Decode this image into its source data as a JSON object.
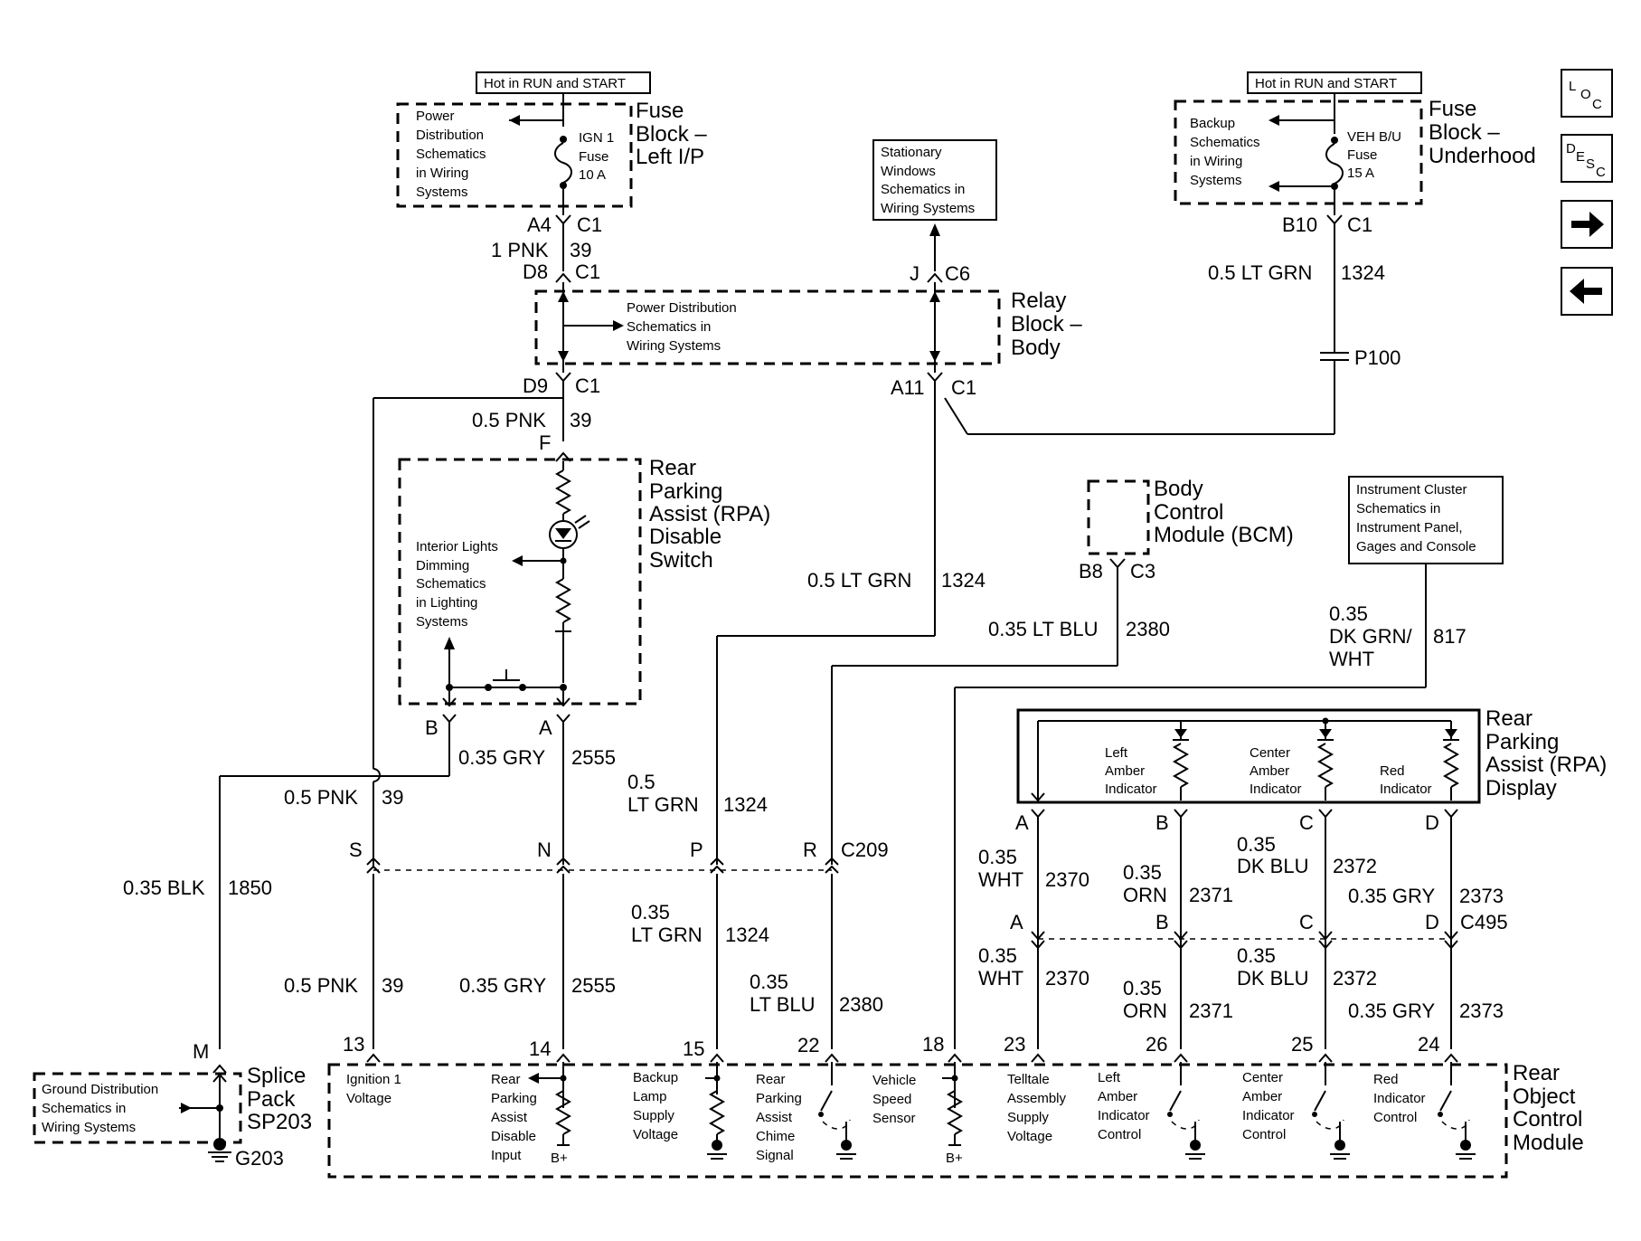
{
  "nav": {
    "loc": {
      "l1": "L",
      "l2": "O",
      "l3": "C"
    },
    "desc": {
      "l1": "D",
      "l2": "E",
      "l3": "S",
      "l4": "C"
    },
    "next_glyph": "➡",
    "prev_glyph": "⬅"
  },
  "hot_labels": {
    "left": "Hot in RUN and START",
    "right": "Hot in RUN and START"
  },
  "fuse_block_left": {
    "title": [
      "Fuse",
      "Block –",
      "Left I/P"
    ],
    "ref": [
      "Power",
      "Distribution",
      "Schematics",
      "in Wiring",
      "Systems"
    ],
    "fuse": [
      "IGN 1",
      "Fuse",
      "10 A"
    ]
  },
  "fuse_block_underhood": {
    "title": [
      "Fuse",
      "Block –",
      "Underhood"
    ],
    "ref": [
      "Backup",
      "Schematics",
      "in Wiring",
      "Systems"
    ],
    "fuse": [
      "VEH B/U",
      "Fuse",
      "15 A"
    ]
  },
  "stationary_windows": [
    "Stationary",
    "Windows",
    "Schematics in",
    "Wiring Systems"
  ],
  "relay_block": {
    "title": [
      "Relay",
      "Block –",
      "Body"
    ],
    "ref": [
      "Power Distribution",
      "Schematics in",
      "Wiring Systems"
    ]
  },
  "connectors": {
    "a4": "A4",
    "c1a": "C1",
    "d8": "D8",
    "c1b": "C1",
    "j": "J",
    "c6": "C6",
    "b10": "B10",
    "c1c": "C1",
    "d9": "D9",
    "c1d": "C1",
    "a11": "A11",
    "c1e": "C1",
    "p100": "P100",
    "f": "F",
    "b8": "B8",
    "c3": "C3",
    "b": "B",
    "a": "A",
    "s": "S",
    "n": "N",
    "p": "P",
    "r": "R",
    "c209": "C209",
    "rpa_a": "A",
    "rpa_b": "B",
    "rpa_c": "C",
    "rpa_d": "D",
    "c495_a": "A",
    "c495_b": "B",
    "c495_c": "C",
    "c495_d": "D",
    "c495": "C495",
    "m": "M"
  },
  "wires": {
    "pnk1_size": "1 PNK",
    "pnk1_circuit": "39",
    "ltgrn_top_size": "0.5 LT GRN",
    "ltgrn_top_circuit": "1324",
    "pnk05_size": "0.5 PNK",
    "pnk05_circuit": "39",
    "ltgrn_mid_size": "0.5 LT GRN",
    "ltgrn_mid_circuit": "1324",
    "ltblu_size": "0.35 LT BLU",
    "ltblu_circuit": "2380",
    "dkgrn_size": [
      "0.35",
      "DK GRN/",
      "WHT"
    ],
    "dkgrn_circuit": "817",
    "gry_size": "0.35 GRY",
    "gry_circuit": "2555",
    "pnk_b_size": "0.5 PNK",
    "pnk_b_circuit": "39",
    "ltgrn_p_size": [
      "0.5",
      "LT GRN"
    ],
    "ltgrn_p_circuit": "1324",
    "blk_size": "0.35 BLK",
    "blk_circuit": "1850",
    "wht_up_size": [
      "0.35",
      "WHT"
    ],
    "wht_up_circuit": "2370",
    "orn_up_size": [
      "0.35",
      "ORN"
    ],
    "orn_up_circuit": "2371",
    "dkblu_up_size": [
      "0.35",
      "DK BLU"
    ],
    "dkblu_up_circuit": "2372",
    "gry_up_size": "0.35 GRY",
    "gry_up_circuit": "2373",
    "ltgrn_lo_size": [
      "0.35",
      "LT GRN"
    ],
    "ltgrn_lo_circuit": "1324",
    "pnk_lo_size": "0.5 PNK",
    "pnk_lo_circuit": "39",
    "gry_lo_size": "0.35 GRY",
    "gry_lo_circuit": "2555",
    "ltblu_lo_size": [
      "0.35",
      "LT BLU"
    ],
    "ltblu_lo_circuit": "2380",
    "wht_lo_size": [
      "0.35",
      "WHT"
    ],
    "wht_lo_circuit": "2370",
    "orn_lo_size": [
      "0.35",
      "ORN"
    ],
    "orn_lo_circuit": "2371",
    "dkblu_lo_size": [
      "0.35",
      "DK BLU"
    ],
    "dkblu_lo_circuit": "2372",
    "gry_lo2_size": "0.35 GRY",
    "gry_lo2_circuit": "2373"
  },
  "rpa_switch": {
    "title": [
      "Rear",
      "Parking",
      "Assist (RPA)",
      "Disable",
      "Switch"
    ],
    "ref": [
      "Interior Lights",
      "Dimming",
      "Schematics",
      "in Lighting",
      "Systems"
    ]
  },
  "bcm": {
    "title": [
      "Body",
      "Control",
      "Module (BCM)"
    ]
  },
  "instrument_cluster": [
    "Instrument Cluster",
    "Schematics in",
    "Instrument Panel,",
    "Gages and Console"
  ],
  "rpa_display": {
    "title": [
      "Rear",
      "Parking",
      "Assist (RPA)",
      "Display"
    ],
    "left": [
      "Left",
      "Amber",
      "Indicator"
    ],
    "center": [
      "Center",
      "Amber",
      "Indicator"
    ],
    "red": [
      "Red",
      "Indicator"
    ]
  },
  "splice_pack": {
    "title": [
      "Splice",
      "Pack",
      "SP203"
    ],
    "ref": [
      "Ground Distribution",
      "Schematics in",
      "Wiring Systems"
    ],
    "ground": "G203"
  },
  "rocm": {
    "title": [
      "Rear",
      "Object",
      "Control",
      "Module"
    ],
    "pins": {
      "p13": "13",
      "p14": "14",
      "p15": "15",
      "p22": "22",
      "p18": "18",
      "p23": "23",
      "p26": "26",
      "p25": "25",
      "p24": "24"
    },
    "ign": [
      "Ignition 1",
      "Voltage"
    ],
    "rpa_in": [
      "Rear",
      "Parking",
      "Assist",
      "Disable",
      "Input"
    ],
    "backup": [
      "Backup",
      "Lamp",
      "Supply",
      "Voltage"
    ],
    "chime": [
      "Rear",
      "Parking",
      "Assist",
      "Chime",
      "Signal"
    ],
    "vss": [
      "Vehicle",
      "Speed",
      "Sensor"
    ],
    "telltale": [
      "Telltale",
      "Assembly",
      "Supply",
      "Voltage"
    ],
    "left_amber": [
      "Left",
      "Amber",
      "Indicator",
      "Control"
    ],
    "center_amber": [
      "Center",
      "Amber",
      "Indicator",
      "Control"
    ],
    "red_ind": [
      "Red",
      "Indicator",
      "Control"
    ],
    "bplus1": "B+",
    "bplus2": "B+"
  }
}
